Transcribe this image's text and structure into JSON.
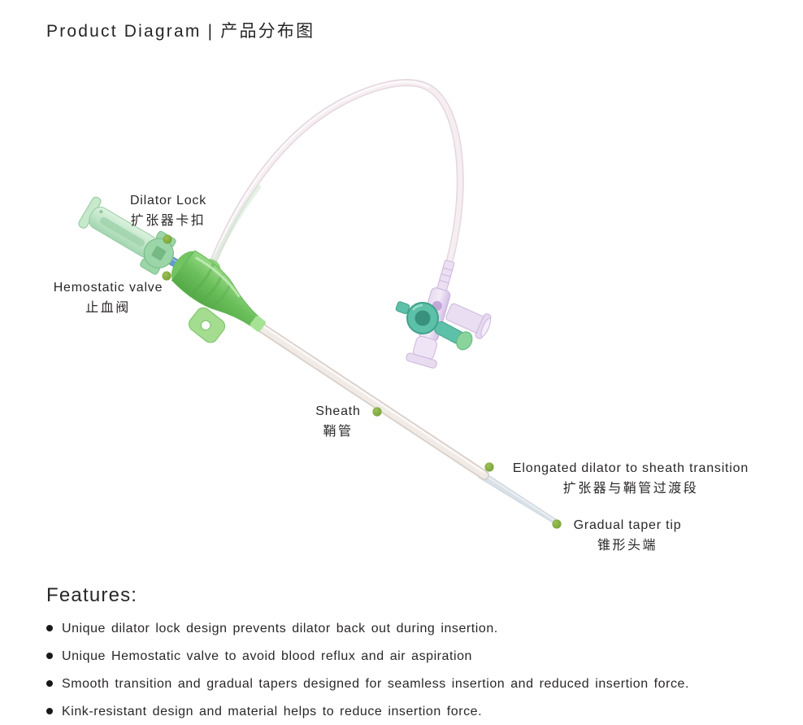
{
  "header": {
    "title": "Product Diagram | 产品分布图"
  },
  "diagram": {
    "labels": [
      {
        "id": "dilator-lock",
        "en": "Dilator Lock",
        "zh": "扩张器卡扣"
      },
      {
        "id": "hemostatic-valve",
        "en": "Hemostatic valve",
        "zh": "止血阀"
      },
      {
        "id": "sheath",
        "en": "Sheath",
        "zh": "鞘管"
      },
      {
        "id": "elongated-transition",
        "en": "Elongated dilator to sheath transition",
        "zh": "扩张器与鞘管过渡段"
      },
      {
        "id": "gradual-taper-tip",
        "en": "Gradual taper tip",
        "zh": "锥形头端"
      }
    ],
    "marker_color": "#7fa644",
    "colors": {
      "hub_green": "#64b656",
      "handle_pale_green": "#bfe5c7",
      "stopcock_teal": "#5dc0a9",
      "stopcock_purple": "#d9c6ea",
      "extension_tube": "#f3e9ee",
      "sheath_white": "#f1ebe7",
      "dilator_tip_blue": "#d9e0e7",
      "shaft_blue": "#6699cf"
    }
  },
  "features": {
    "heading": "Features:",
    "items": [
      "Unique dilator lock design prevents dilator back out during insertion.",
      "Unique Hemostatic valve to avoid blood reflux and air aspiration",
      "Smooth transition and gradual tapers designed for seamless insertion and reduced insertion force.",
      "Kink-resistant design and material helps to reduce insertion force."
    ]
  }
}
